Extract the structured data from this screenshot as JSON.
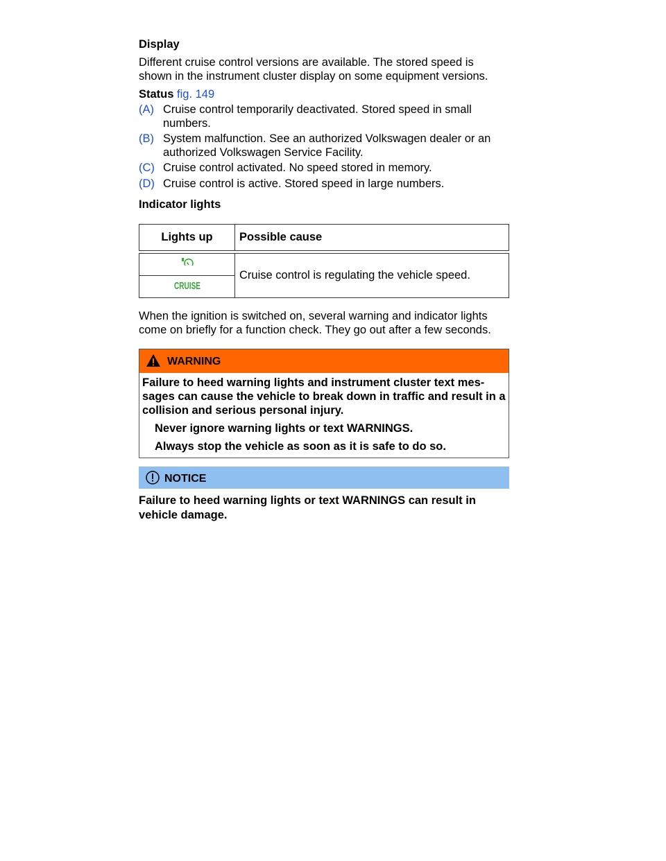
{
  "display": {
    "heading": "Display",
    "text": "Different cruise control versions are available. The stored speed is shown in the instrument cluster display on some equipment versions."
  },
  "status": {
    "label": "Status",
    "fig_ref": "fig. 149",
    "items": [
      {
        "key": "(A)",
        "text": "Cruise control temporarily deactivated. Stored speed in small numbers."
      },
      {
        "key": "(B)",
        "text": "System malfunction. See an authorized Volkswagen dealer or an authorized Volkswagen Service Facility."
      },
      {
        "key": "(C)",
        "text": "Cruise control activated. No speed stored in memory."
      },
      {
        "key": "(D)",
        "text": "Cruise control is active. Stored speed in large numbers."
      }
    ]
  },
  "indicator": {
    "heading": "Indicator lights",
    "table": {
      "col1": "Lights up",
      "col2": "Possible cause",
      "icons": [
        "speedometer-cruise-icon",
        "cruise-text-icon"
      ],
      "cruise_icon_text": "CRUISE",
      "icon_color": "#39a935",
      "cause": "Cruise control is regulating the vehicle speed."
    }
  },
  "ignition_text": "When the ignition is switched on, several warning and indicator lights come on briefly for a function check. They go out after a few seconds.",
  "warning": {
    "label": "WARNING",
    "color": "#ff6600",
    "body": "Failure to heed warning lights and instrument cluster text mes-sages can cause the vehicle to break down in traffic and result in a collision and serious personal injury.",
    "bullets": [
      "Never ignore warning lights or text WARNINGS.",
      "Always stop the vehicle as soon as it is safe to do so."
    ]
  },
  "notice": {
    "label": "NOTICE",
    "color": "#8fbff0",
    "body": "Failure to heed warning lights or text WARNINGS can result in vehicle damage."
  }
}
